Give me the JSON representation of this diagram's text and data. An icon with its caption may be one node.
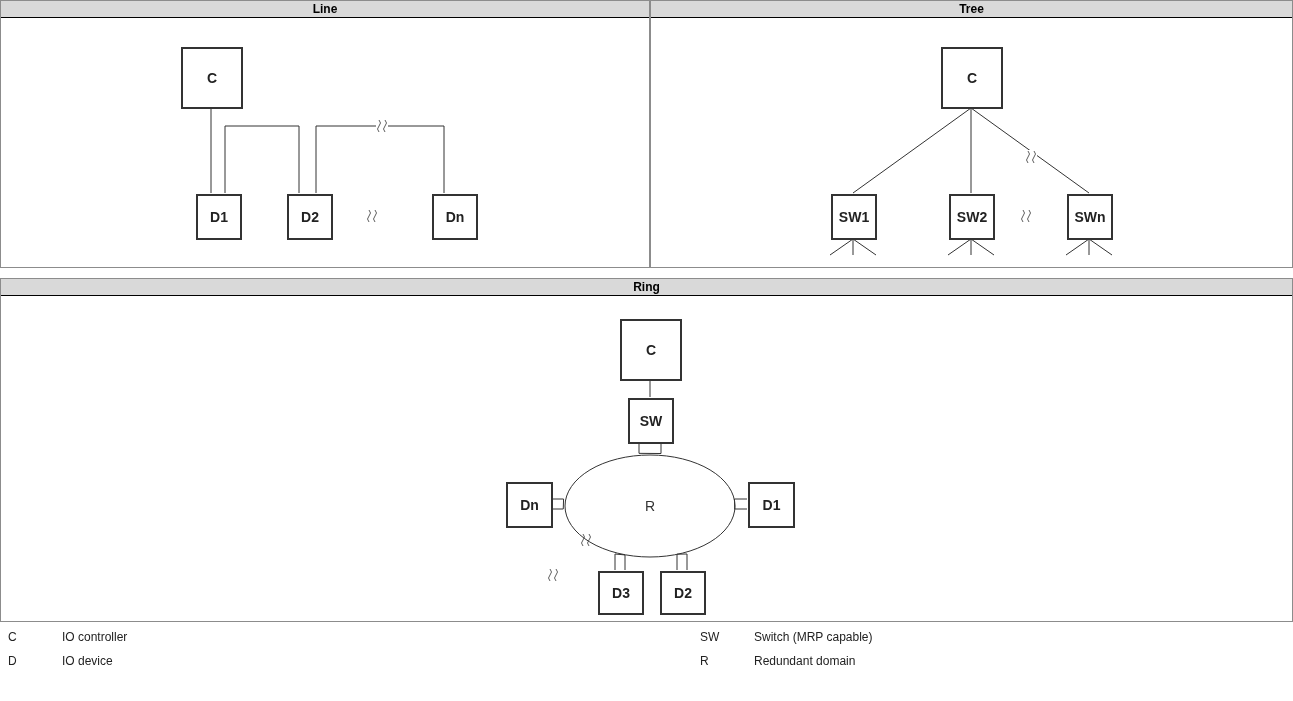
{
  "diagram": {
    "nodes": [
      {
        "text": [
          "Line"
        ]
      },
      {
        "text": [
          "C"
        ],
        "in": 0
      },
      {
        "text": [
          "D1"
        ],
        "in": 0
      },
      {
        "text": [
          "D2"
        ],
        "in": 0
      },
      {
        "text": [
          "Dn"
        ],
        "in": 0
      },
      {
        "text": [
          "Tree"
        ]
      },
      {
        "text": [
          "C"
        ],
        "in": 5
      },
      {
        "text": [
          "SW1"
        ],
        "in": 5
      },
      {
        "text": [
          "SW2"
        ],
        "in": 5
      },
      {
        "text": [
          "SWn"
        ],
        "in": 5
      },
      {
        "text": [
          "Ring"
        ]
      },
      {
        "text": [
          "C"
        ],
        "in": 10
      },
      {
        "text": [
          "SW"
        ],
        "in": 10
      },
      {
        "text": [
          "R"
        ],
        "in": 10
      },
      {
        "text": [
          "Dn"
        ],
        "in": 10
      },
      {
        "text": [
          "D1"
        ],
        "in": 10
      },
      {
        "text": [
          "D3"
        ],
        "in": 10
      },
      {
        "text": [
          "D2"
        ],
        "in": 10
      }
    ],
    "edges": [
      {
        "from": 1,
        "to": 2,
        "arrow": "none"
      },
      {
        "from": 2,
        "to": 3,
        "arrow": "none"
      },
      {
        "from": 3,
        "to": 4,
        "arrow": "none"
      },
      {
        "from": 6,
        "to": 7,
        "arrow": "none"
      },
      {
        "from": 6,
        "to": 8,
        "arrow": "none"
      },
      {
        "from": 6,
        "to": 9,
        "arrow": "none"
      },
      {
        "from": 11,
        "to": 12,
        "arrow": "none"
      },
      {
        "from": 12,
        "to": 13,
        "arrow": "none"
      },
      {
        "from": 15,
        "to": 13,
        "arrow": "none"
      },
      {
        "from": 17,
        "to": 13,
        "arrow": "none"
      },
      {
        "from": 16,
        "to": 13,
        "arrow": "none"
      },
      {
        "from": 14,
        "to": 13,
        "arrow": "none"
      }
    ],
    "labels": [
      "C",
      "IO controller",
      "SW",
      "Switch (MRP capable)",
      "D",
      "IO device",
      "R",
      "Redundant domain"
    ]
  }
}
